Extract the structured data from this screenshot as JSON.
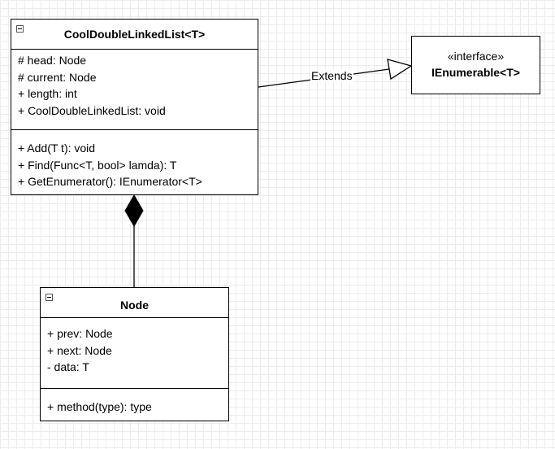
{
  "classes": {
    "list": {
      "name": "CoolDoubleLinkedList<T>",
      "attributes": [
        "# head: Node",
        "# current: Node",
        "+ length: int",
        "+ CoolDoubleLinkedList: void"
      ],
      "methods": [
        "+ Add(T t): void",
        "+ Find(Func<T, bool> lamda): T",
        "+ GetEnumerator(): IEnumerator<T>"
      ]
    },
    "node": {
      "name": "Node",
      "attributes": [
        "+ prev: Node",
        "+ next: Node",
        "- data: T"
      ],
      "methods": [
        "+ method(type): type"
      ]
    }
  },
  "interface": {
    "stereotype": "«interface»",
    "name": "IEnumerable<T>"
  },
  "edges": {
    "extends_label": "Extends"
  }
}
